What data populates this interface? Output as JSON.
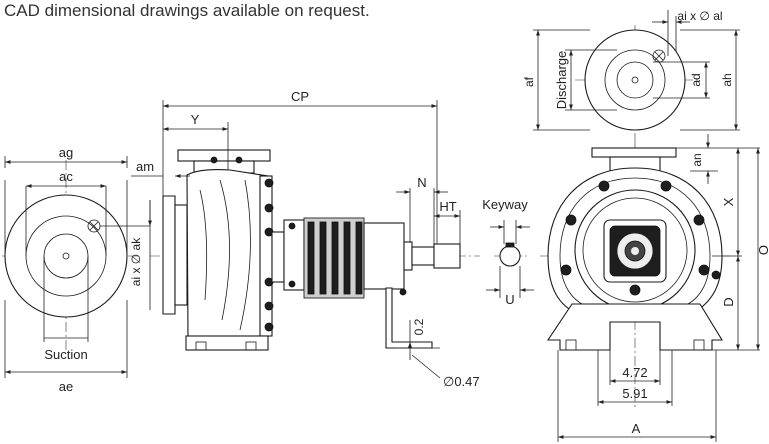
{
  "header": {
    "note": "CAD dimensional drawings available on request."
  },
  "labels": {
    "ag": "ag",
    "ac": "ac",
    "ae": "ae",
    "suction": "Suction",
    "ai_ak": "ai x ∅ ak",
    "am": "am",
    "cp": "CP",
    "y": "Y",
    "n": "N",
    "ht": "HT",
    "keyway": "Keyway",
    "u": "U",
    "d02": "0.2",
    "d047": "∅0.47",
    "ai_al": "ai x ∅ al",
    "af": "af",
    "discharge": "Discharge",
    "ad": "ad",
    "ah": "ah",
    "an": "an",
    "x": "X",
    "o": "O",
    "d": "D",
    "d472": "4.72",
    "d591": "5.91",
    "a": "A"
  }
}
